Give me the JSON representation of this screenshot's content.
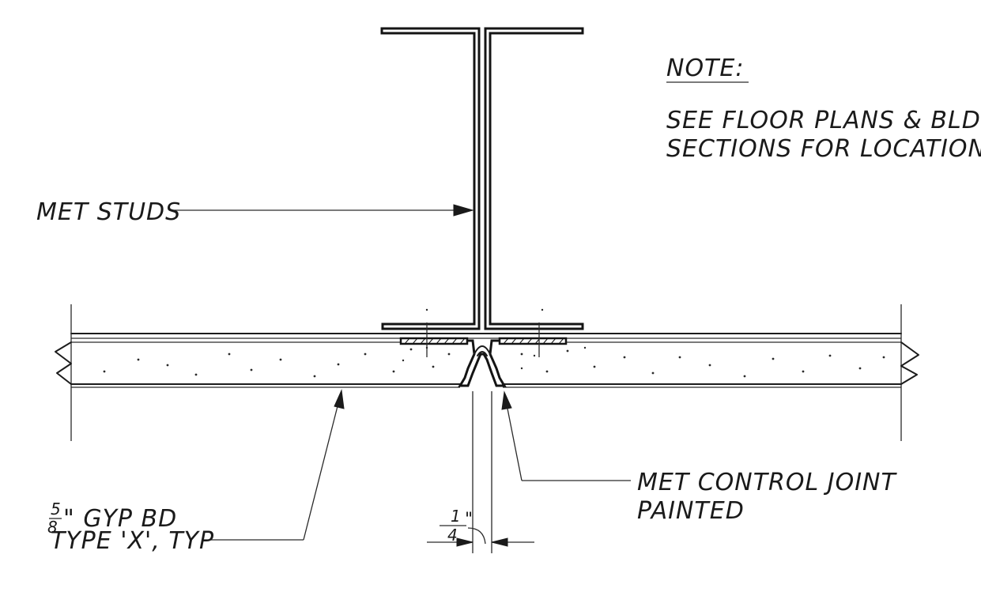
{
  "note": {
    "heading": "NOTE:",
    "line1": "SEE FLOOR PLANS & BLD(",
    "line2": "SECTIONS FOR LOCATIONS"
  },
  "labels": {
    "met_studs": "MET STUDS",
    "gyp_fraction_num": "5",
    "gyp_fraction_den": "8",
    "gyp_line1": "\" GYP BD",
    "gyp_line2": "TYPE 'X',  TYP",
    "control_joint_line1": "MET CONTROL JOINT",
    "control_joint_line2": "PAINTED",
    "dim_num": "1",
    "dim_den": "4",
    "dim_unit": "\""
  }
}
